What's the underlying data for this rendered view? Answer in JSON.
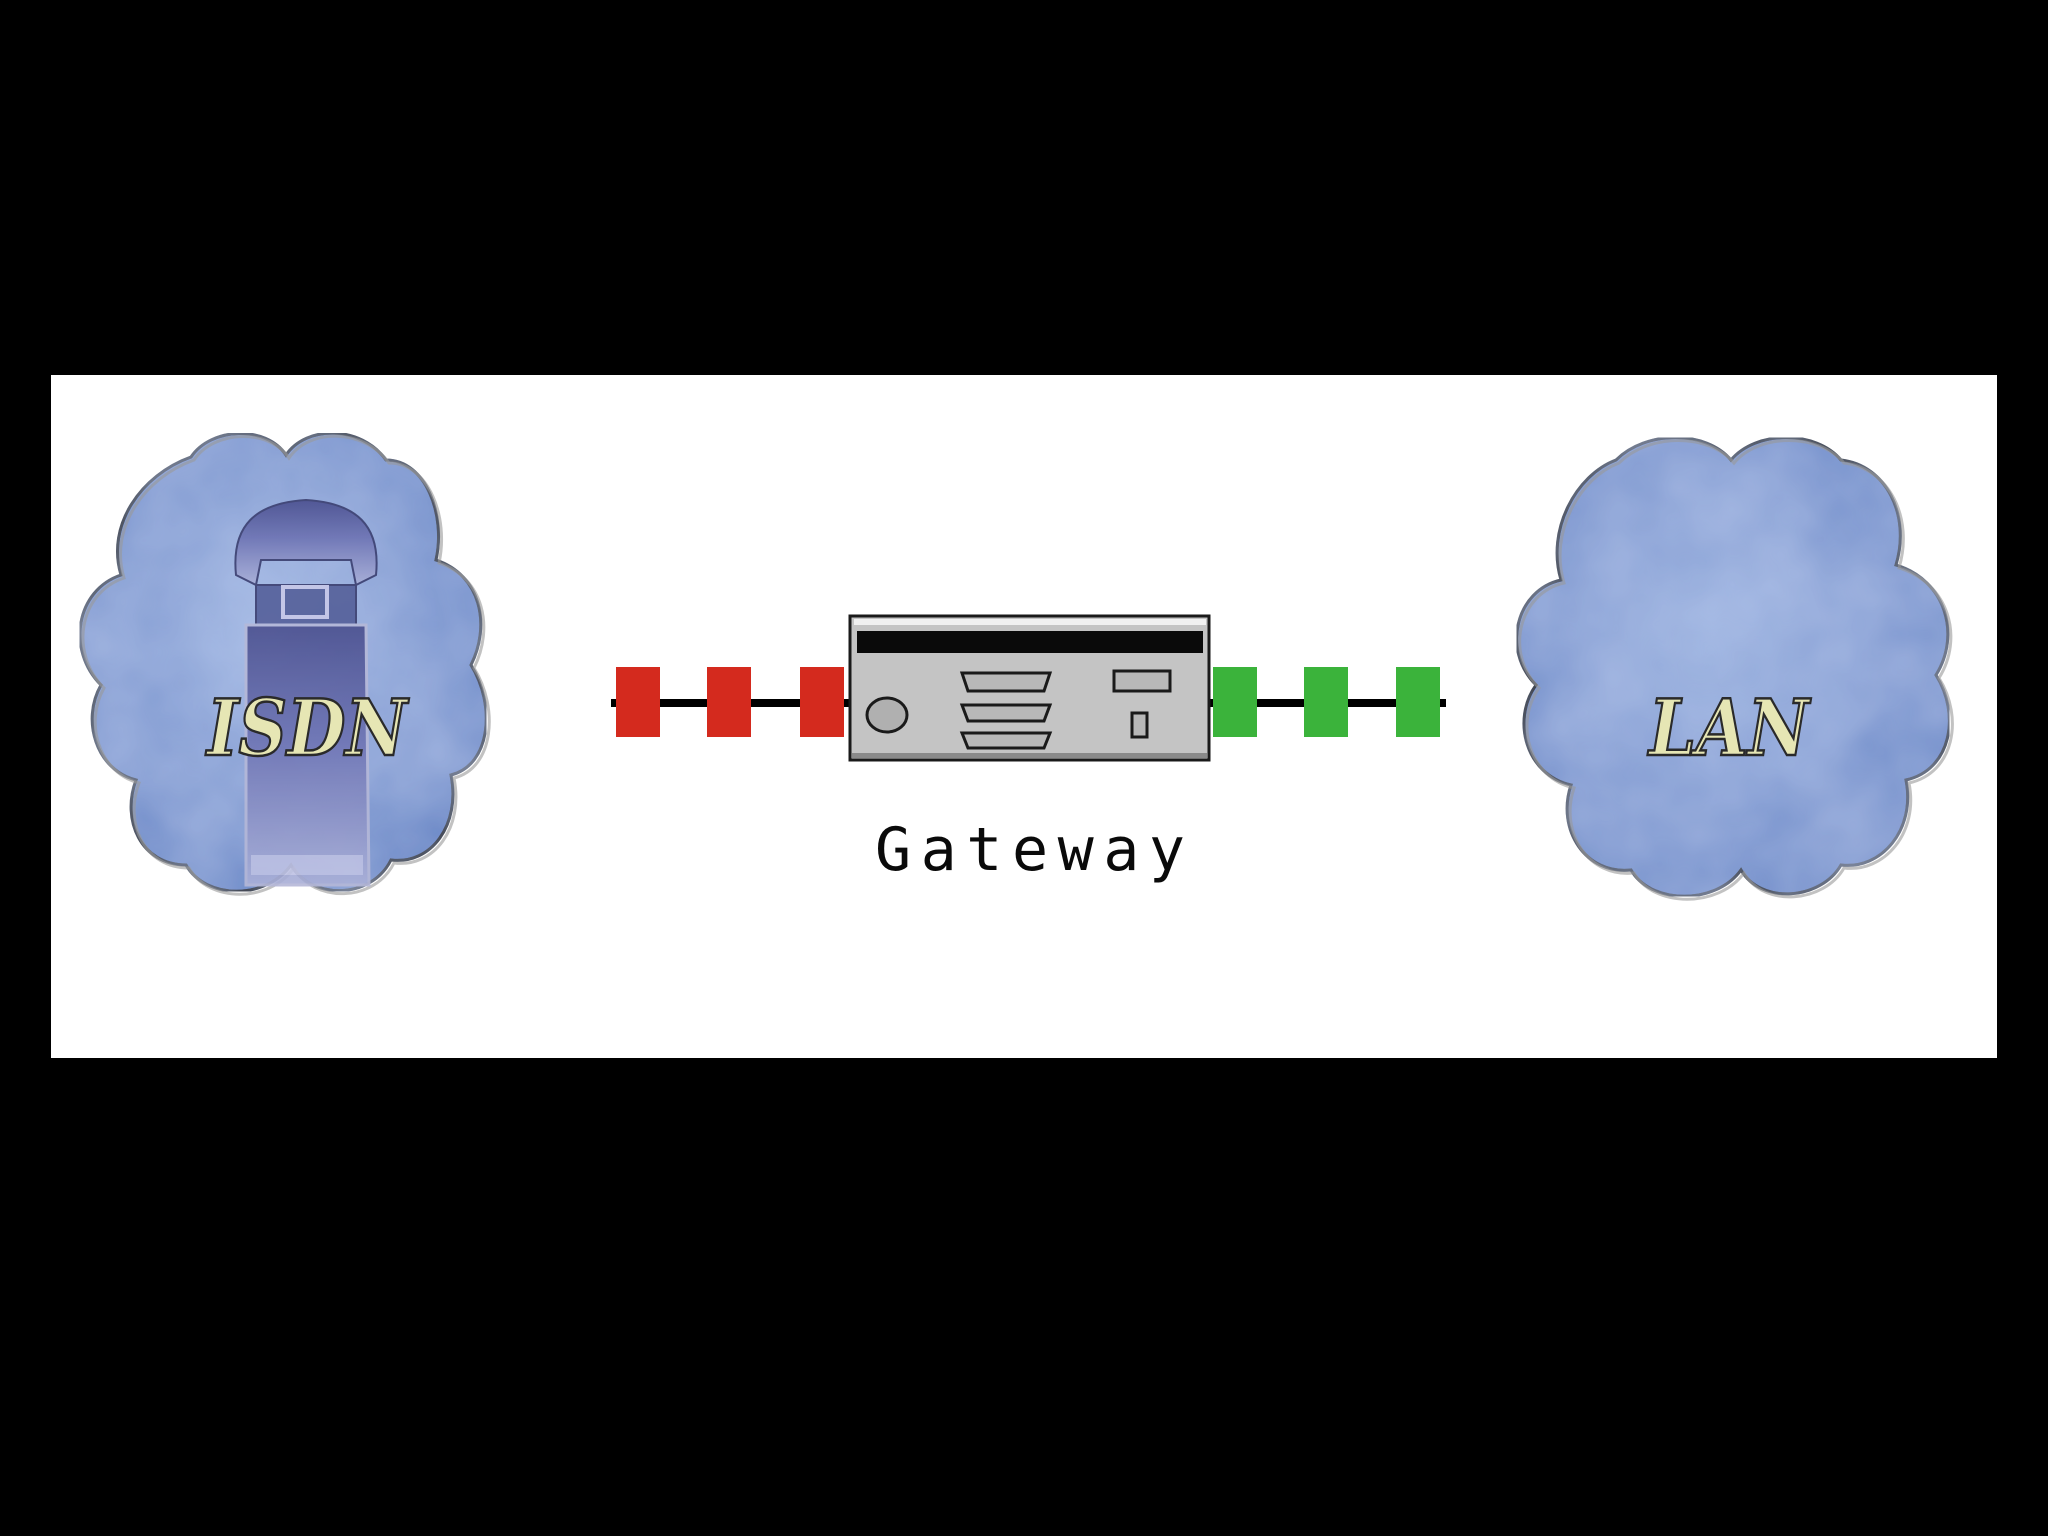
{
  "left_network": {
    "label": "ISDN",
    "icon": "telephone-icon"
  },
  "right_network": {
    "label": "LAN",
    "icon": "cloud-icon"
  },
  "device": {
    "label": "Gateway",
    "icon": "gateway-device-icon"
  },
  "colors": {
    "background": "#000000",
    "panel": "#ffffff",
    "cloud_fill": "#7f9ad0",
    "cloud_outline": "#101010",
    "label_fill": "#e6e6b4",
    "isdn_link": "#d42a1e",
    "lan_link": "#3bb33b",
    "device_body": "#c4c4c4"
  }
}
